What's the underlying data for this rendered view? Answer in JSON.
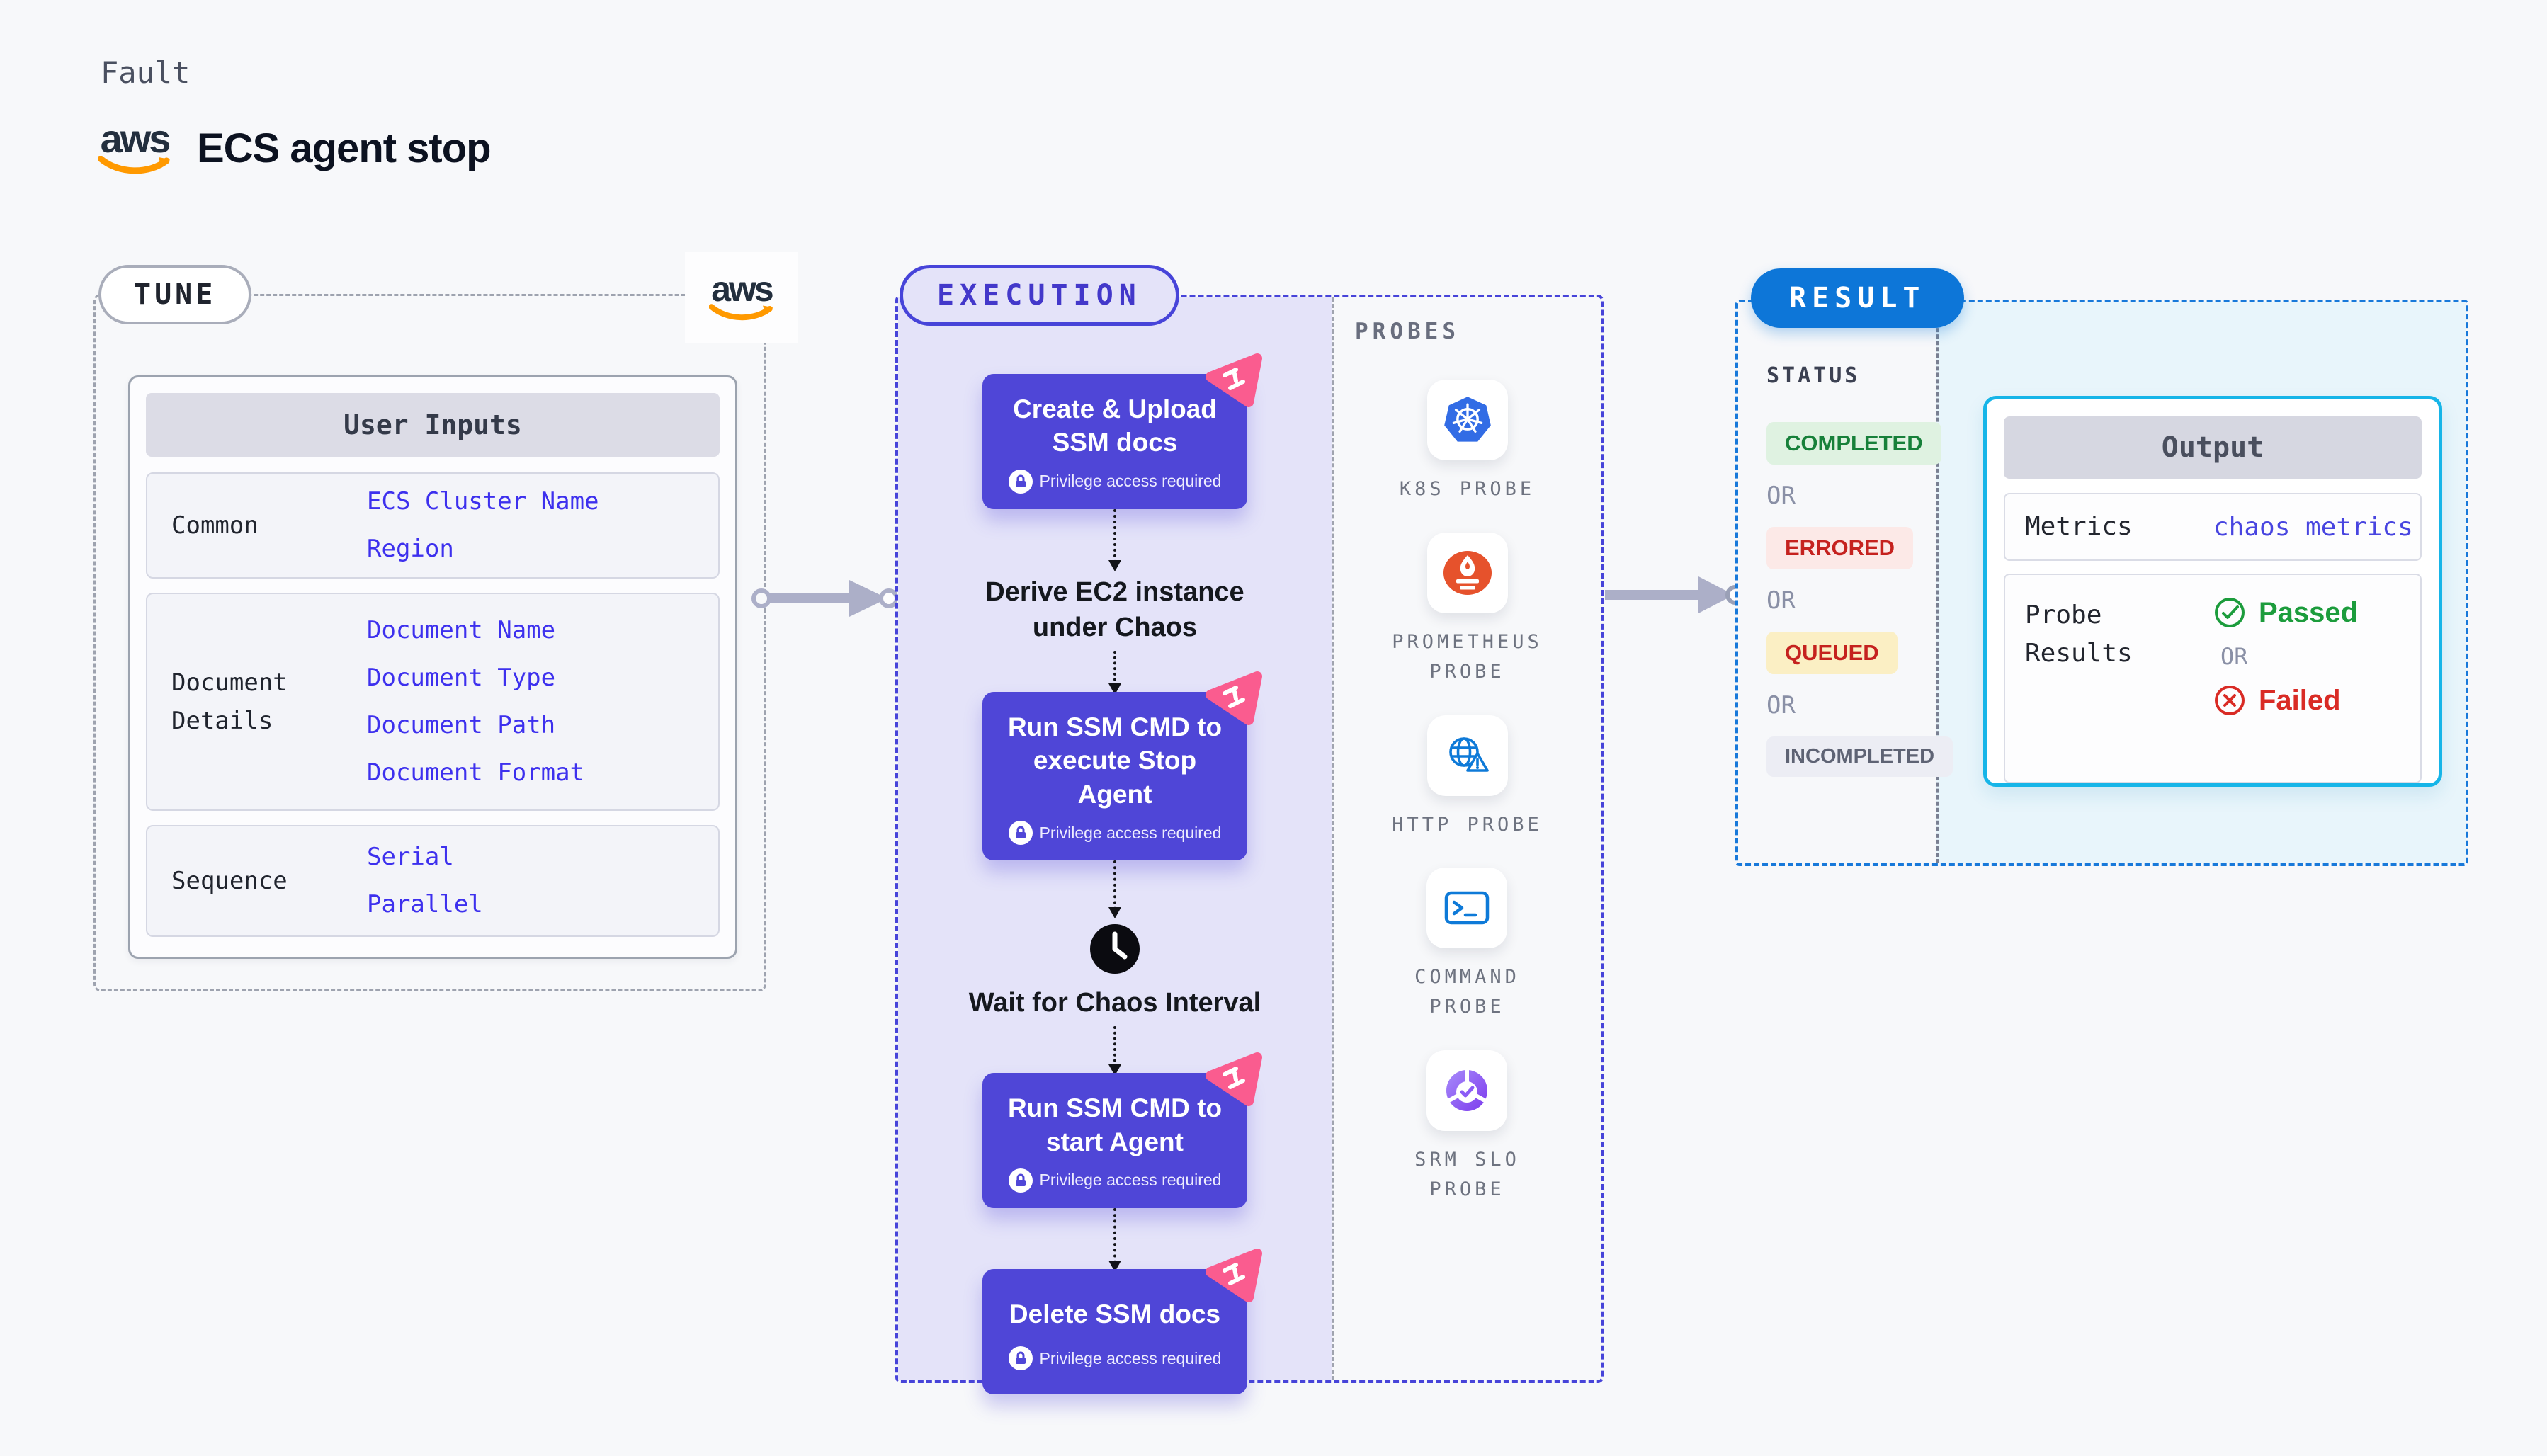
{
  "page": {
    "fault_label": "Fault",
    "title": "ECS agent stop"
  },
  "logo": {
    "text": "aws"
  },
  "tune": {
    "label": "TUNE",
    "table": {
      "header": "User Inputs",
      "groups": [
        {
          "label": "Common",
          "links": [
            "ECS Cluster Name",
            "Region"
          ]
        },
        {
          "label": "Document Details",
          "links": [
            "Document Name",
            "Document Type",
            "Document Path",
            "Document Format"
          ]
        },
        {
          "label": "Sequence",
          "links": [
            "Serial",
            "Parallel"
          ]
        }
      ]
    }
  },
  "execution": {
    "label": "EXECUTION",
    "steps": [
      {
        "type": "action",
        "title": "Create & Upload SSM docs",
        "badge": "Privilege access required"
      },
      {
        "type": "text",
        "title": "Derive EC2 instance under Chaos"
      },
      {
        "type": "action",
        "title": "Run SSM CMD to execute Stop Agent",
        "badge": "Privilege access required"
      },
      {
        "type": "wait",
        "title": "Wait for Chaos Interval"
      },
      {
        "type": "action",
        "title": "Run SSM CMD to start Agent",
        "badge": "Privilege access required"
      },
      {
        "type": "action",
        "title": "Delete SSM docs",
        "badge": "Privilege access required"
      }
    ],
    "probes": {
      "label": "PROBES",
      "items": [
        {
          "name": "K8S PROBE",
          "icon": "kubernetes-icon"
        },
        {
          "name": "PROMETHEUS\nPROBE",
          "icon": "prometheus-icon"
        },
        {
          "name": "HTTP PROBE",
          "icon": "http-globe-alert-icon"
        },
        {
          "name": "COMMAND\nPROBE",
          "icon": "terminal-icon"
        },
        {
          "name": "SRM SLO\nPROBE",
          "icon": "slo-donut-check-icon"
        }
      ]
    }
  },
  "result": {
    "label": "RESULT",
    "status": {
      "label": "STATUS",
      "or": "OR",
      "badges": [
        {
          "text": "COMPLETED",
          "type": "success"
        },
        {
          "text": "ERRORED",
          "type": "error"
        },
        {
          "text": "QUEUED",
          "type": "warning"
        },
        {
          "text": "INCOMPLETED",
          "type": "neutral"
        }
      ]
    },
    "output": {
      "header": "Output",
      "metrics_label": "Metrics",
      "metrics_value": "chaos metrics",
      "probe_results_label": "Probe Results",
      "passed": "Passed",
      "or": "OR",
      "failed": "Failed"
    }
  },
  "colors": {
    "page_bg": "#F7F8FA",
    "aws_orange": "#FF9900",
    "execution_accent": "#4744D9",
    "step_box": "#4F46D7",
    "ribbon_pink": "#FA5C8F",
    "result_accent": "#0D76D8",
    "output_border": "#16B5E8",
    "link": "#3D30EE",
    "completed_green": "#17803A",
    "errored_red": "#C5221F",
    "passed_green": "#1C9C3C",
    "failed_red": "#D92B25",
    "kubernetes_blue": "#326CE5",
    "prometheus_orange": "#E6522C"
  }
}
